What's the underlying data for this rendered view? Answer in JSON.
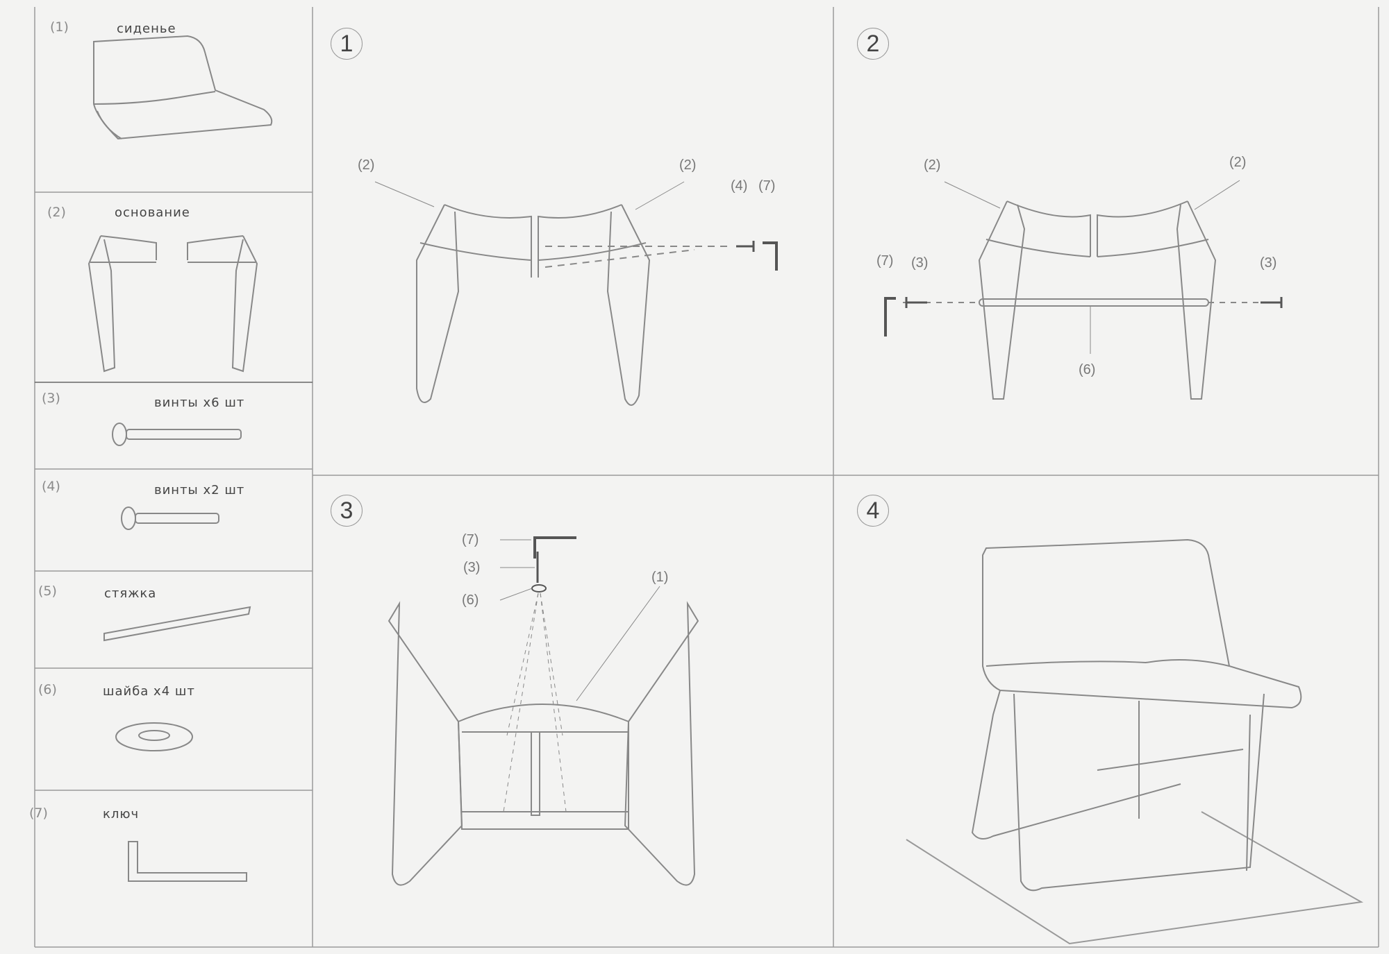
{
  "parts": [
    {
      "num": "(1)",
      "name": "сиденье"
    },
    {
      "num": "(2)",
      "name": "основание"
    },
    {
      "num": "(3)",
      "name": "винты  x6 шт"
    },
    {
      "num": "(4)",
      "name": "винты  x2 шт"
    },
    {
      "num": "(5)",
      "name": "стяжка"
    },
    {
      "num": "(6)",
      "name": "шайба   x4 шт"
    },
    {
      "num": "(7)",
      "name": "ключ"
    }
  ],
  "steps": [
    {
      "number": "1",
      "callouts": [
        "(2)",
        "(2)",
        "(4)",
        "(7)"
      ]
    },
    {
      "number": "2",
      "callouts": [
        "(2)",
        "(2)",
        "(7)",
        "(3)",
        "(3)",
        "(6)"
      ]
    },
    {
      "number": "3",
      "callouts": [
        "(7)",
        "(3)",
        "(6)",
        "(1)"
      ]
    },
    {
      "number": "4",
      "callouts": []
    }
  ]
}
